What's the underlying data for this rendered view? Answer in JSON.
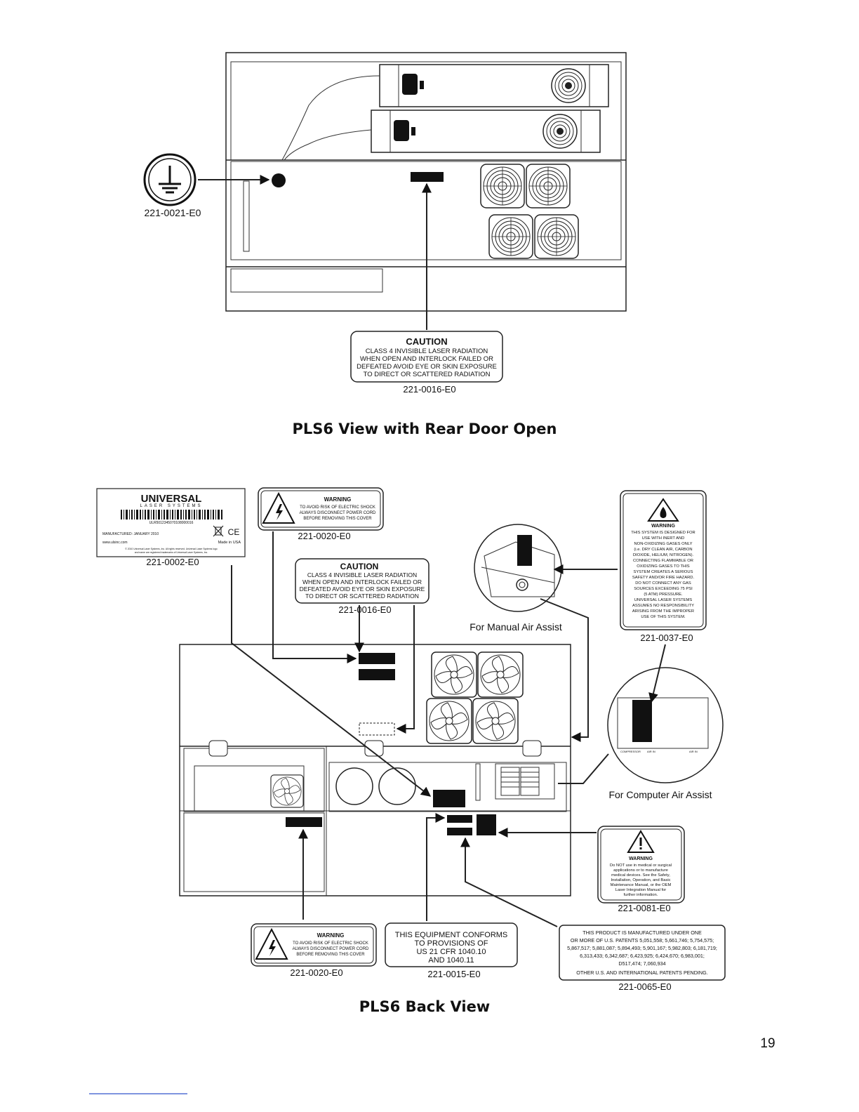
{
  "page_number": "19",
  "top": {
    "title": "PLS6 View with Rear Door Open",
    "ground_part": "221-0021-E0",
    "caution": {
      "heading": "CAUTION",
      "lines": [
        "CLASS 4 INVISIBLE LASER RADIATION",
        "WHEN OPEN AND INTERLOCK FAILED OR",
        "DEFEATED AVOID EYE OR SKIN EXPOSURE",
        "TO DIRECT OR SCATTERED RADIATION"
      ],
      "part": "221-0016-E0"
    }
  },
  "bottom": {
    "title": "PLS6 Back View",
    "uls_label": {
      "brand": "UNIVERSAL",
      "sub": "LASER SYSTEMS",
      "serial": "ULR5012345070108000016",
      "manufactured": "MANUFACTURED: JANUARY 2010",
      "site": "www.ulsinc.com",
      "made_in": "Made in USA",
      "fine1": "© 2010 Universal Laser Systems, Inc. All rights reserved. Universal Laser Systems logo",
      "fine2": "and name are registered trademarks of Universal Laser Systems, Inc.",
      "ce": "CE",
      "part": "221-0002-E0"
    },
    "warning_shock": {
      "heading": "WARNING",
      "lines": [
        "TO AVOID RISK OF ELECTRIC SHOCK",
        "ALWAYS DISCONNECT POWER CORD",
        "BEFORE REMOVING THIS COVER"
      ],
      "part": "221-0020-E0"
    },
    "caution": {
      "heading": "CAUTION",
      "lines": [
        "CLASS 4 INVISIBLE LASER RADIATION",
        "WHEN OPEN AND INTERLOCK FAILED OR",
        "DEFEATED AVOID EYE OR SKIN EXPOSURE",
        "TO DIRECT OR SCATTERED RADIATION"
      ],
      "part": "221-0016-E0"
    },
    "warning_gas": {
      "heading": "WARNING",
      "lines": [
        "THIS SYSTEM IS DESIGNED FOR",
        "USE WITH INERT AND",
        "NON-OXIDIZING GASES ONLY",
        "(i.e. DRY CLEAN AIR, CARBON",
        "DIOXIDE, HELIUM, NITROGEN).",
        "CONNECTING FLAMMABLE OR",
        "OXIDIZING GASES TO THIS",
        "SYSTEM CREATES A SERIOUS",
        "SAFETY AND/OR FIRE HAZARD.",
        "DO NOT CONNECT ANY GAS",
        "SOURCES EXCEEDING 75 PSI",
        "(5 ATM) PRESSURE.",
        "UNIVERSAL LASER SYSTEMS",
        "ASSUMES NO RESPONSIBILITY",
        "ARISING FROM THE IMPROPER",
        "USE OF THIS SYSTEM."
      ],
      "part": "221-0037-E0"
    },
    "manual_air": "For Manual Air Assist",
    "computer_air": "For Computer Air Assist",
    "compressor_labels": [
      "COMPRESSOR",
      "AIR IN",
      "AIR IN"
    ],
    "warning_medical": {
      "heading": "WARNING",
      "lines": [
        "Do NOT use in medical or surgical",
        "applications or to manufacture",
        "medical devices. See the Safety,",
        "Installation, Operation, and Basic",
        "Maintenance Manual, or the OEM",
        "Laser Integration Manual for",
        "further information."
      ],
      "part": "221-0081-E0"
    },
    "warning_shock2": {
      "heading": "WARNING",
      "lines": [
        "TO AVOID RISK OF ELECTRIC SHOCK",
        "ALWAYS DISCONNECT POWER CORD",
        "BEFORE REMOVING THIS COVER"
      ],
      "part": "221-0020-E0"
    },
    "conforms": {
      "lines": [
        "THIS EQUIPMENT CONFORMS",
        "TO PROVISIONS OF",
        "US 21 CFR 1040.10",
        "AND 1040.11"
      ],
      "part": "221-0015-E0"
    },
    "patents": {
      "lines": [
        "THIS PRODUCT IS MANUFACTURED UNDER ONE",
        "OR MORE OF U.S. PATENTS 5,051,558; 5,661,746; 5,754,575;",
        "5,867,517; 5,881,087; 5,894,493; 5,901,167; 5,982,803; 6,181,719;",
        "6,313,433; 6,342,687; 6,423,925; 6,424,670; 6,983,001;",
        "D517,474; 7,060,934",
        "OTHER U.S. AND INTERNATIONAL PATENTS PENDING."
      ],
      "part": "221-0065-E0"
    }
  }
}
